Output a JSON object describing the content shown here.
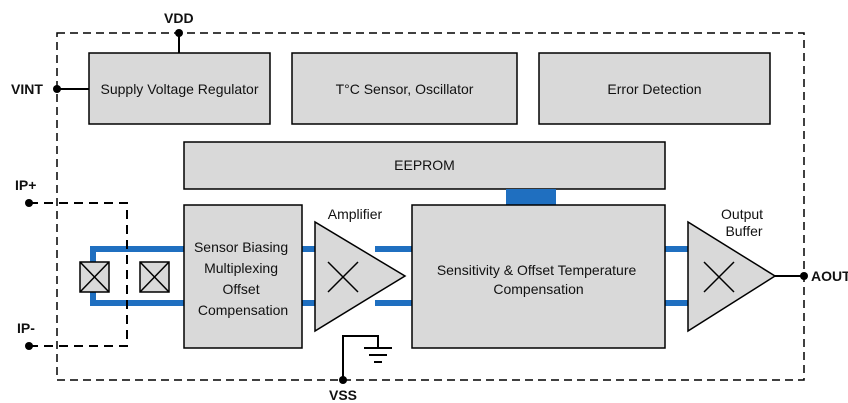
{
  "pins": {
    "vdd": "VDD",
    "vint": "VINT",
    "ip_plus": "IP+",
    "ip_minus": "IP-",
    "vss": "VSS",
    "aout": "AOUT"
  },
  "blocks": {
    "supply_regulator": "Supply Voltage Regulator",
    "temp_sensor": "T°C Sensor, Oscillator",
    "error_detection": "Error Detection",
    "eeprom": "EEPROM",
    "sensor_biasing": [
      "Sensor Biasing",
      "Multiplexing",
      "Offset",
      "Compensation"
    ],
    "sensitivity": [
      "Sensitivity & Offset Temperature",
      "Compensation"
    ]
  },
  "labels": {
    "amplifier": "Amplifier",
    "output_buffer": [
      "Output",
      "Buffer"
    ]
  },
  "colors": {
    "block_fill": "#d9d9d9",
    "bus": "#1f6fc0",
    "stroke": "#000000"
  }
}
